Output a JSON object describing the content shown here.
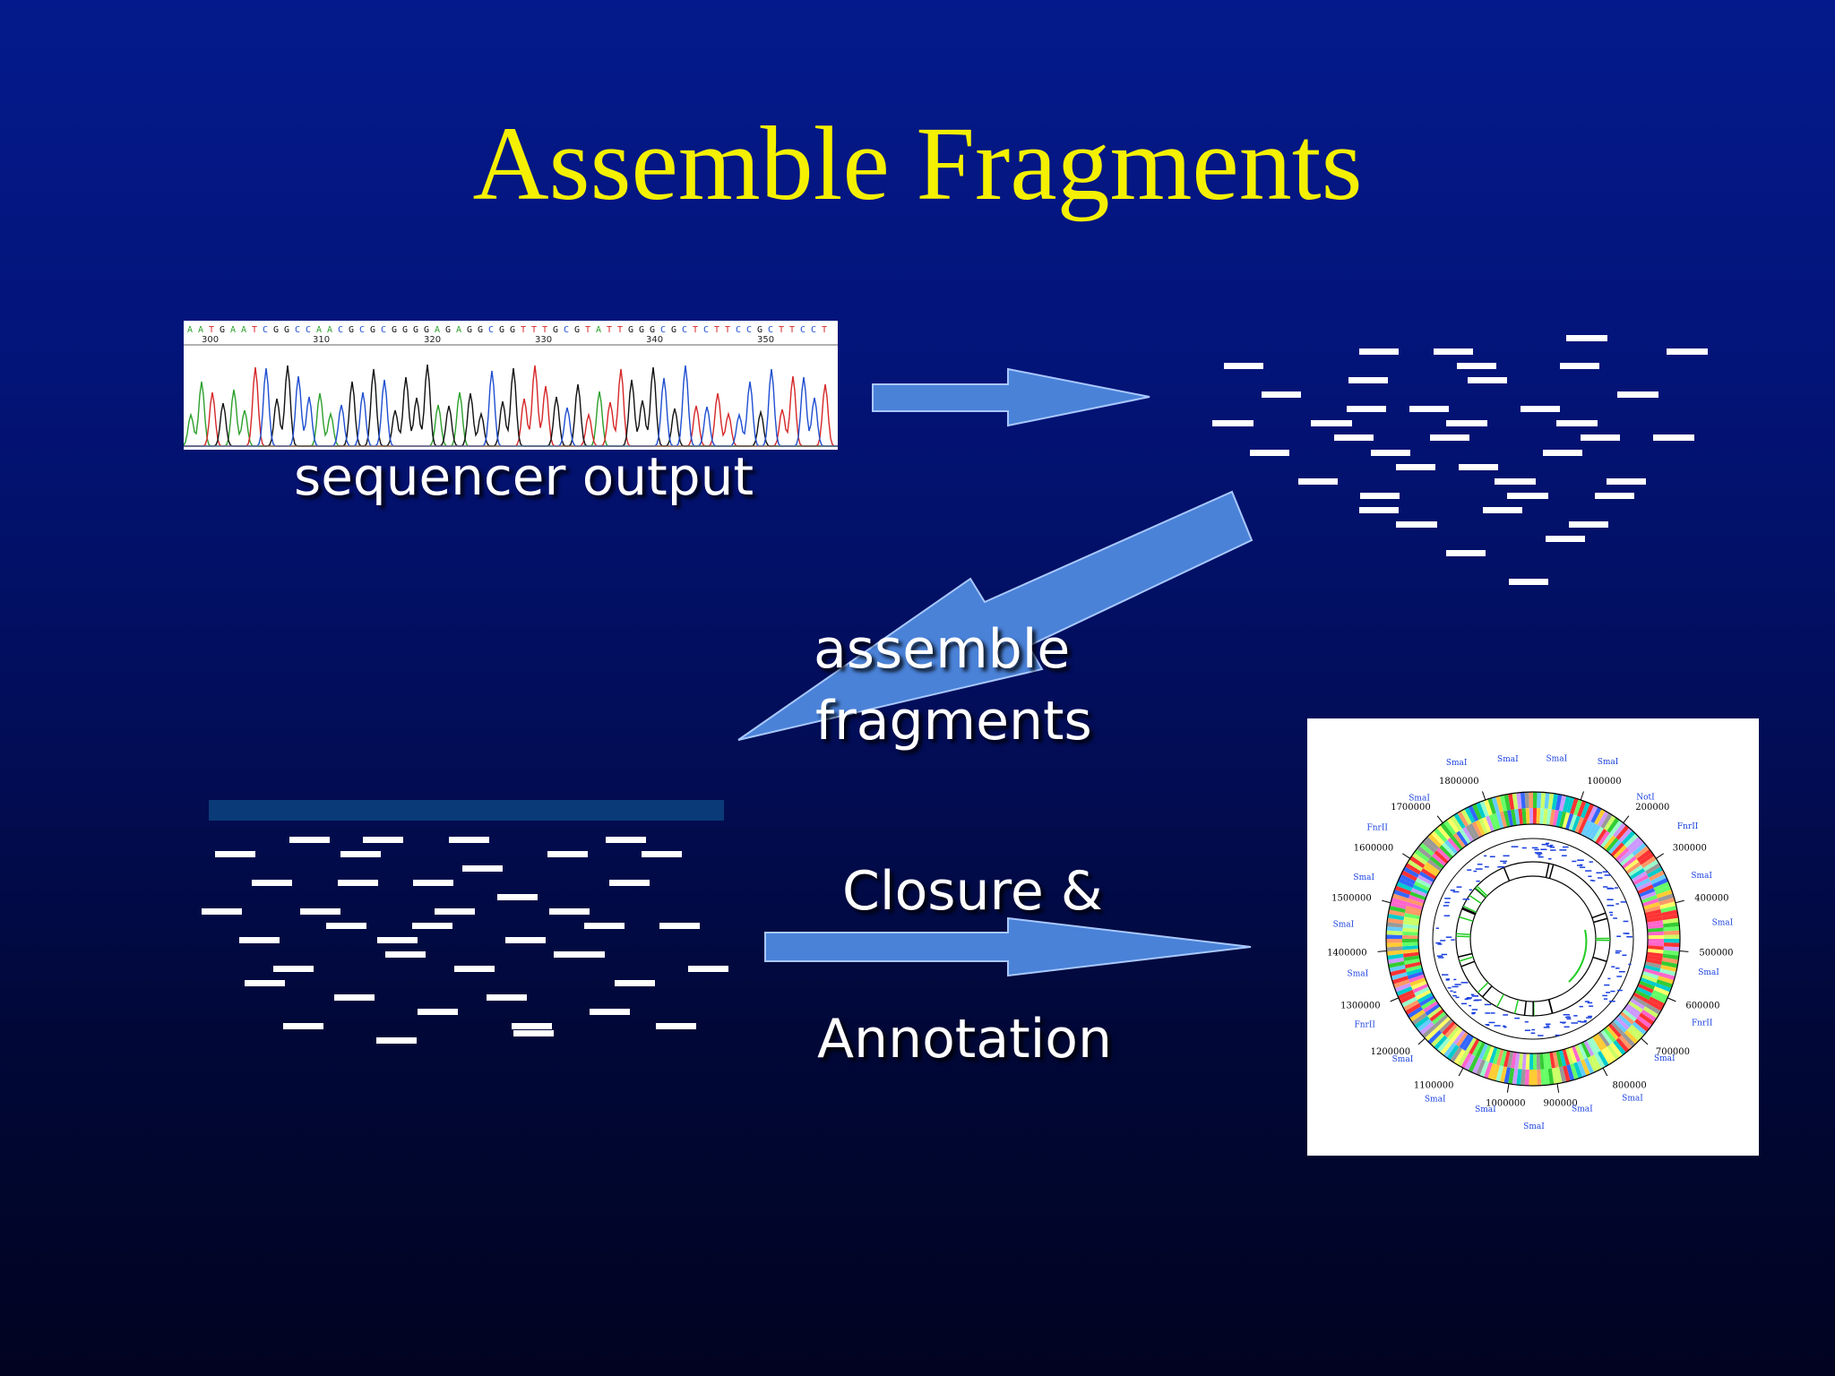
{
  "slide": {
    "title": "Assemble Fragments",
    "labels": {
      "sequencer_output": "sequencer output",
      "assemble_line1": "assemble",
      "assemble_line2": "fragments",
      "closure": "Closure &",
      "annotation": "Annotation"
    },
    "chromatogram": {
      "bases": "AATGAATCGGCCAACGCGCGGGGAGAGGCGGTTTGCGTATTGGGCGCTCTTCCGCTTCCT",
      "positions": [
        "300",
        "310",
        "320",
        "330",
        "340",
        "350"
      ]
    },
    "genome_map": {
      "position_labels": [
        "100000",
        "200000",
        "300000",
        "400000",
        "500000",
        "600000",
        "700000",
        "800000",
        "900000",
        "1000000",
        "1100000",
        "1200000",
        "1300000",
        "1400000",
        "1500000",
        "1600000",
        "1700000",
        "1800000"
      ],
      "site_labels": [
        "SmaI",
        "SmaI",
        "NotI",
        "FnrII",
        "SmaI",
        "SmaI",
        "SmaI",
        "FnrII",
        "SmaI",
        "SmaI",
        "SmaI",
        "SmaI",
        "SmaI",
        "SmaI",
        "SmaI",
        "FnrII",
        "SmaI",
        "SmaI",
        "SmaI",
        "FnrII",
        "SmaI",
        "SmaI",
        "SmaI"
      ]
    },
    "colors": {
      "title": "#f4f000",
      "arrow_fill": "#4a82d8",
      "fragment": "#ffffff",
      "contig_bar": "#0a3b78"
    }
  }
}
